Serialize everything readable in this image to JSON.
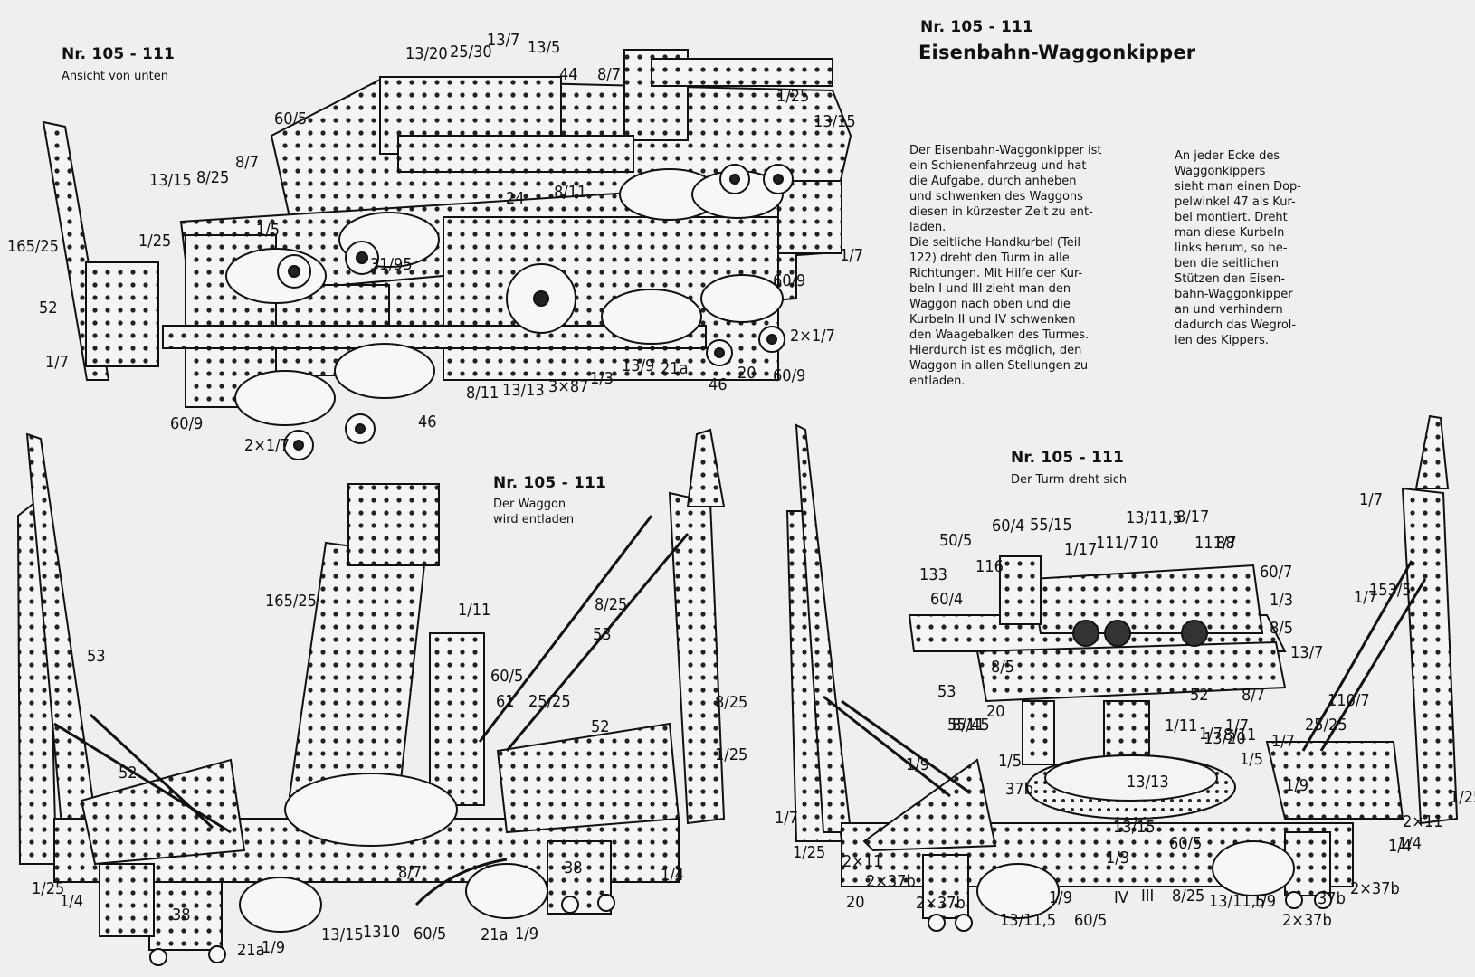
{
  "header": {
    "nr": "Nr. 105 - 111",
    "title": "Eisenbahn-Waggonkipper"
  },
  "views": {
    "bottom": {
      "nr": "Nr. 105 - 111",
      "caption": "Ansicht von unten"
    },
    "unload": {
      "nr": "Nr. 105 - 111",
      "caption_lines": [
        "Der Waggon",
        "wird entladen"
      ]
    },
    "tower": {
      "nr": "Nr. 105 - 111",
      "caption": "Der Turm dreht sich"
    }
  },
  "description": {
    "col1_lines": [
      "Der Eisenbahn-Waggonkipper ist",
      "ein Schienenfahrzeug und hat",
      "die Aufgabe, durch anheben",
      "und schwenken des Waggons",
      "diesen in kürzester Zeit zu ent-",
      "laden.",
      "Die seitliche Handkurbel (Teil",
      "122) dreht den Turm in alle",
      "Richtungen. Mit Hilfe der Kur-",
      "beln I und III zieht man den",
      "Waggon nach oben und die",
      "Kurbeln II und IV schwenken",
      "den Waagebalken des Turmes.",
      "Hierdurch ist es möglich, den",
      "Waggon in allen Stellungen zu",
      "entladen."
    ],
    "col2_lines": [
      "An jeder Ecke des",
      "Waggonkippers",
      "sieht man einen Dop-",
      "pelwinkel 47 als Kur-",
      "bel montiert. Dreht",
      "man diese Kurbeln",
      "links herum, so he-",
      "ben die seitlichen",
      "Stützen den Eisen-",
      "bahn-Waggonkipper",
      "an und verhindern",
      "dadurch das Wegrol-",
      "len des Kippers."
    ]
  },
  "part_labels": {
    "bottom_view": [
      "13/20",
      "25/30",
      "13/7",
      "13/5",
      "44",
      "8/7",
      "60/5",
      "1/25",
      "13/15",
      "8/7",
      "13/15",
      "8/25",
      "24",
      "8/11",
      "165/25",
      "1/25",
      "1/5",
      "31/95",
      "52",
      "1/7",
      "60/9",
      "2×1/7",
      "46",
      "8/11",
      "13/13",
      "3×87",
      "1/3",
      "13/9",
      "21a",
      "46",
      "20",
      "60/9",
      "2×1/7",
      "60/9",
      "1/7"
    ],
    "unload_view": [
      "165/25",
      "1/11",
      "53",
      "60/5",
      "61",
      "25/25",
      "8/25",
      "53",
      "8/25",
      "52",
      "1/25",
      "52",
      "1/25",
      "1/4",
      "38",
      "21a",
      "1/9",
      "13/15",
      "1310",
      "60/5",
      "8/7",
      "21a",
      "1/9",
      "38",
      "1/4"
    ],
    "tower_view": [
      "60/4",
      "55/15",
      "13/11,5",
      "8/17",
      "50/5",
      "1/17",
      "111/7",
      "10",
      "111/7",
      "88",
      "116",
      "60/7",
      "133",
      "1/3",
      "60/4",
      "1/7",
      "8/5",
      "8/5",
      "13/7",
      "1/7",
      "153/5",
      "53",
      "52",
      "8/7",
      "110/7",
      "20",
      "55/45",
      "1/11",
      "1/7",
      "8/11",
      "25/25",
      "1/7",
      "1/7",
      "8/11",
      "13/20",
      "1/9",
      "1/5",
      "37b",
      "13/13",
      "1/5",
      "1/9",
      "1/25",
      "1/7",
      "1/25",
      "2×11",
      "2×11",
      "1/4",
      "2×37b",
      "1/3",
      "13/15",
      "60/5",
      "1/4",
      "20",
      "2×37b",
      "13/11,5",
      "1/9",
      "60/5",
      "IV",
      "III",
      "8/25",
      "13/11,5",
      "1/9",
      "37b",
      "2×37b",
      "2×37b"
    ]
  }
}
